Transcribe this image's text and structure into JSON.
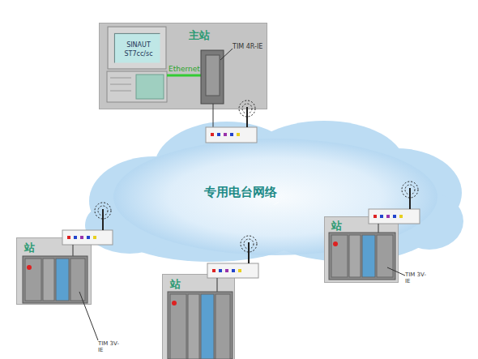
{
  "diagram": {
    "nodes": [
      {
        "text": [
          "主站"
        ]
      },
      {
        "text": [
          "SINAUT ST7cc/sc"
        ],
        "in": 0
      },
      {
        "text": [
          "专用电台网络"
        ]
      },
      {
        "text": [
          "站"
        ]
      },
      {
        "text": [
          "站"
        ]
      },
      {
        "text": [
          "站"
        ]
      }
    ],
    "labels": [
      "Ethernet",
      "TIM 4R-IE",
      "TIM 3V-IE",
      "TIM 3V-IE"
    ]
  }
}
